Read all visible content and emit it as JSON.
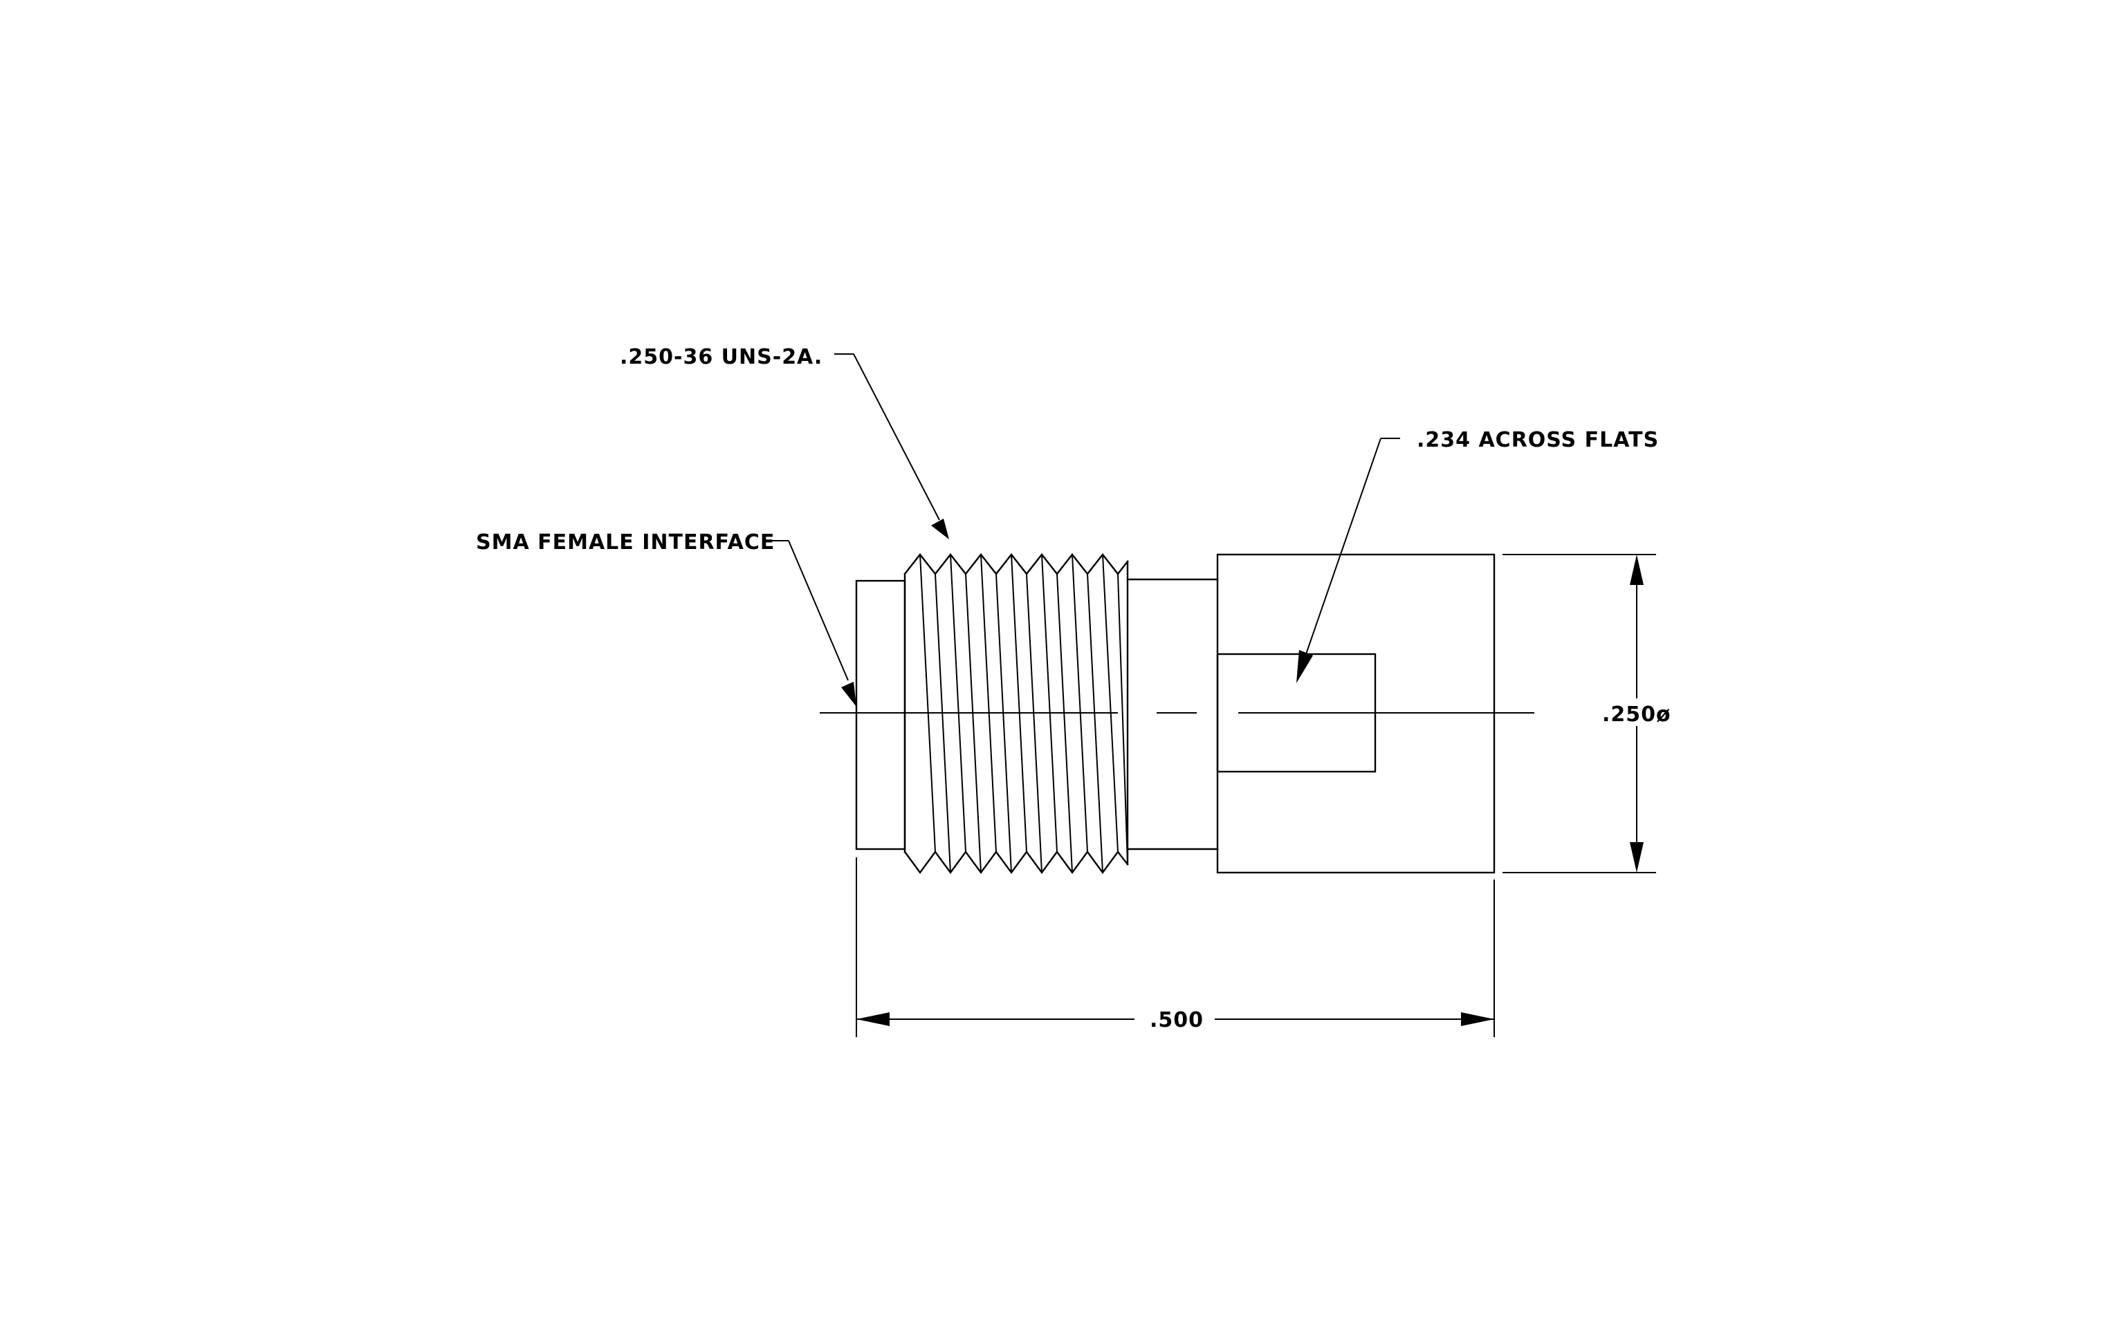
{
  "labels": {
    "thread_callout": ".250-36 UNS-2A.",
    "interface_callout": "SMA FEMALE INTERFACE",
    "flats_callout": ".234 ACROSS FLATS",
    "diameter_dim": ".250ø",
    "length_dim": ".500"
  },
  "colors": {
    "line": "#000000",
    "background": "#ffffff"
  }
}
